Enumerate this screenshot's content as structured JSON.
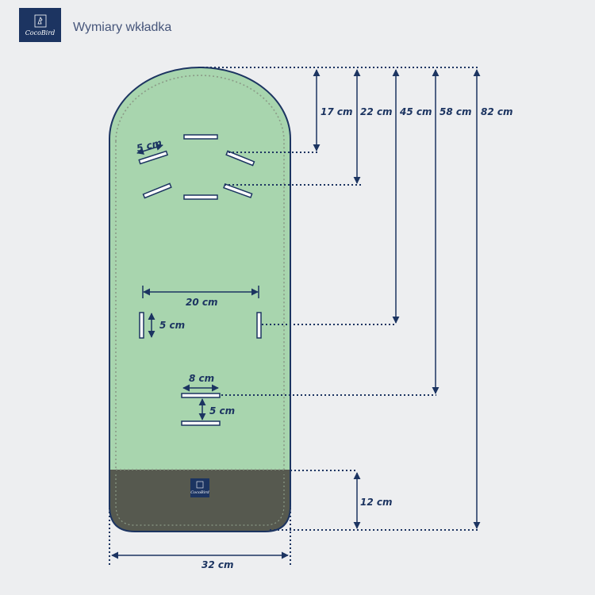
{
  "header": {
    "brand": "CocoBird",
    "title": "Wymiary wkładka"
  },
  "diagram": {
    "colors": {
      "liner": "#a8d5ae",
      "foot": "#56594f",
      "outline": "#1c3461",
      "stitch": "#8b9a87",
      "dim_line": "#1c3461"
    },
    "height_dimensions": [
      "17 cm",
      "22 cm",
      "45 cm",
      "58 cm",
      "82 cm"
    ],
    "harness_slot_width": "5 cm",
    "waist_span": "20 cm",
    "waist_slot_height": "5 cm",
    "crotch_slot_width": "8 cm",
    "crotch_gap": "5 cm",
    "foot_height": "12 cm",
    "total_width": "32 cm",
    "foot_brand": "CocoBird"
  }
}
